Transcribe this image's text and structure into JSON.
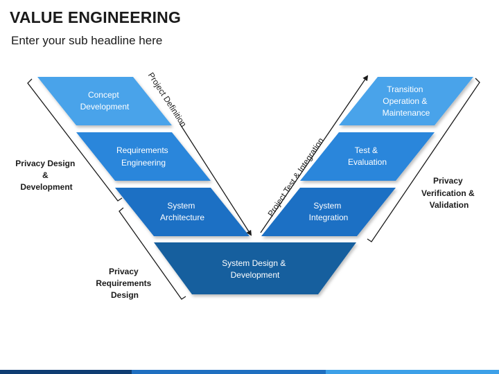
{
  "header": {
    "title": "VALUE ENGINEERING",
    "subtitle": "Enter your sub headline here"
  },
  "boxes": {
    "concept": [
      "Concept",
      "Development"
    ],
    "requirements": [
      "Requirements",
      "Engineering"
    ],
    "architecture": [
      "System",
      "Architecture"
    ],
    "transition": [
      "Transition",
      "Operation &",
      "Maintenance"
    ],
    "test": [
      "Test &",
      "Evaluation"
    ],
    "integration": [
      "System",
      "Integration"
    ],
    "design": [
      "System Design &",
      "Development"
    ]
  },
  "arrows": {
    "left": "Project Definition",
    "right": "Project Test & Integration"
  },
  "side_labels": {
    "privacy_design": [
      "Privacy Design",
      "&",
      "Development"
    ],
    "privacy_requirements": [
      "Privacy",
      "Requirements",
      "Design"
    ],
    "privacy_verification": [
      "Privacy",
      "Verification &",
      "Validation"
    ]
  },
  "colors": {
    "tier1": "#4aa3ea",
    "tier2": "#2b86db",
    "tier3": "#1a6fc4",
    "bottom": "#145e9e",
    "footer": [
      "#0f3d72",
      "#1f6fc0",
      "#3da0e8"
    ]
  }
}
